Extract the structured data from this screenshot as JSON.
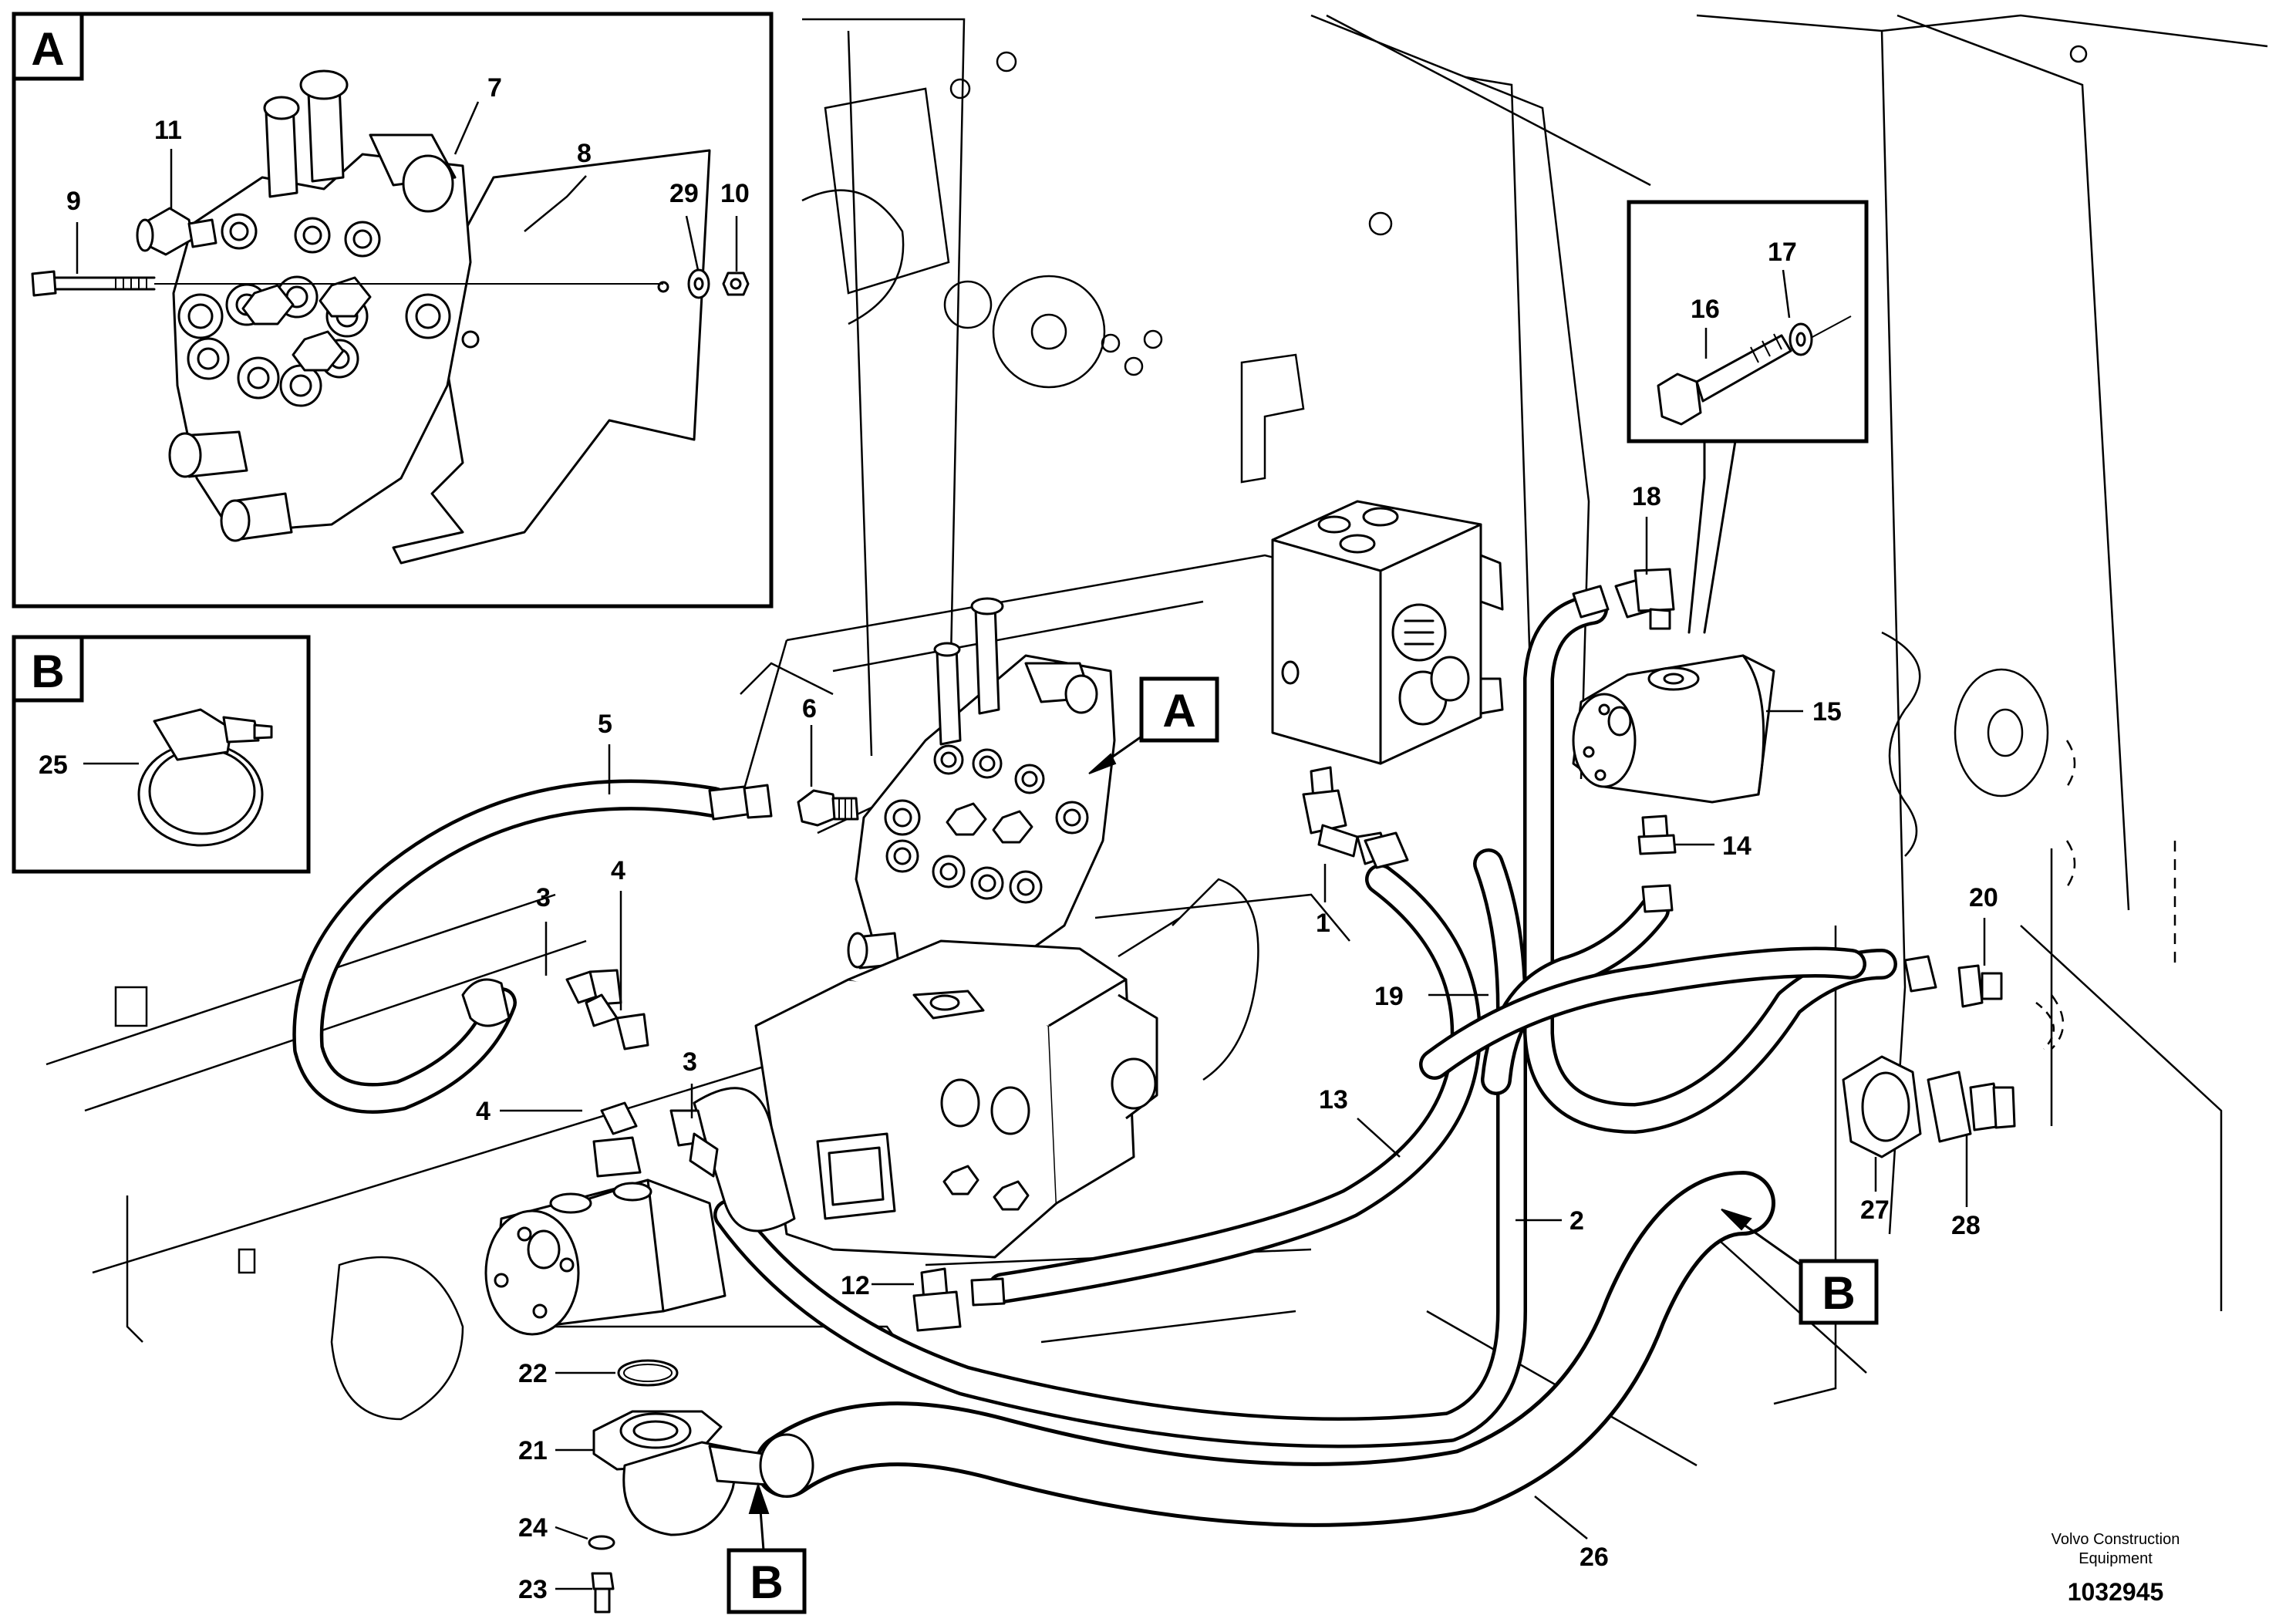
{
  "callouts": {
    "c1": "1",
    "c2": "2",
    "c3a": "3",
    "c3b": "3",
    "c4a": "4",
    "c4b": "4",
    "c5": "5",
    "c6": "6",
    "c7": "7",
    "c8": "8",
    "c9": "9",
    "c10": "10",
    "c11": "11",
    "c12": "12",
    "c13": "13",
    "c14": "14",
    "c15": "15",
    "c16": "16",
    "c17": "17",
    "c18": "18",
    "c19": "19",
    "c20": "20",
    "c21": "21",
    "c22": "22",
    "c23": "23",
    "c24": "24",
    "c25": "25",
    "c26": "26",
    "c27": "27",
    "c28": "28",
    "c29": "29"
  },
  "detail_tags": {
    "inset_a": "A",
    "inset_b": "B",
    "pointer_a": "A",
    "pointer_b_right": "B",
    "pointer_b_bottom": "B"
  },
  "footer": {
    "brand_line1": "Volvo Construction",
    "brand_line2": "Equipment",
    "document_number": "1032945"
  }
}
